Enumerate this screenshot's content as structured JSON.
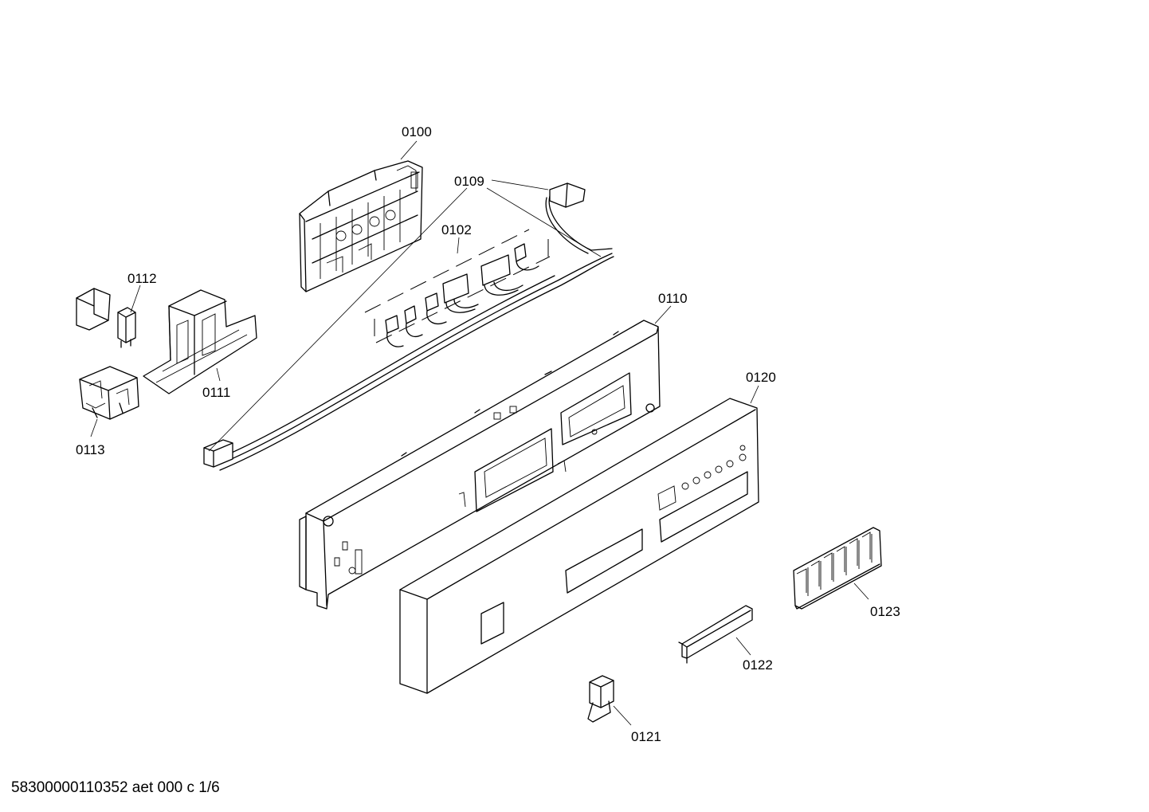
{
  "parts": [
    {
      "id": "part-0100",
      "label": "0100"
    },
    {
      "id": "part-0109",
      "label": "0109"
    },
    {
      "id": "part-0102",
      "label": "0102"
    },
    {
      "id": "part-0112",
      "label": "0112"
    },
    {
      "id": "part-0110",
      "label": "0110"
    },
    {
      "id": "part-0111",
      "label": "0111"
    },
    {
      "id": "part-0113",
      "label": "0113"
    },
    {
      "id": "part-0120",
      "label": "0120"
    },
    {
      "id": "part-0123",
      "label": "0123"
    },
    {
      "id": "part-0122",
      "label": "0122"
    },
    {
      "id": "part-0121",
      "label": "0121"
    }
  ],
  "footer": {
    "code": "58300000110352 aet 000 c 1/6"
  }
}
